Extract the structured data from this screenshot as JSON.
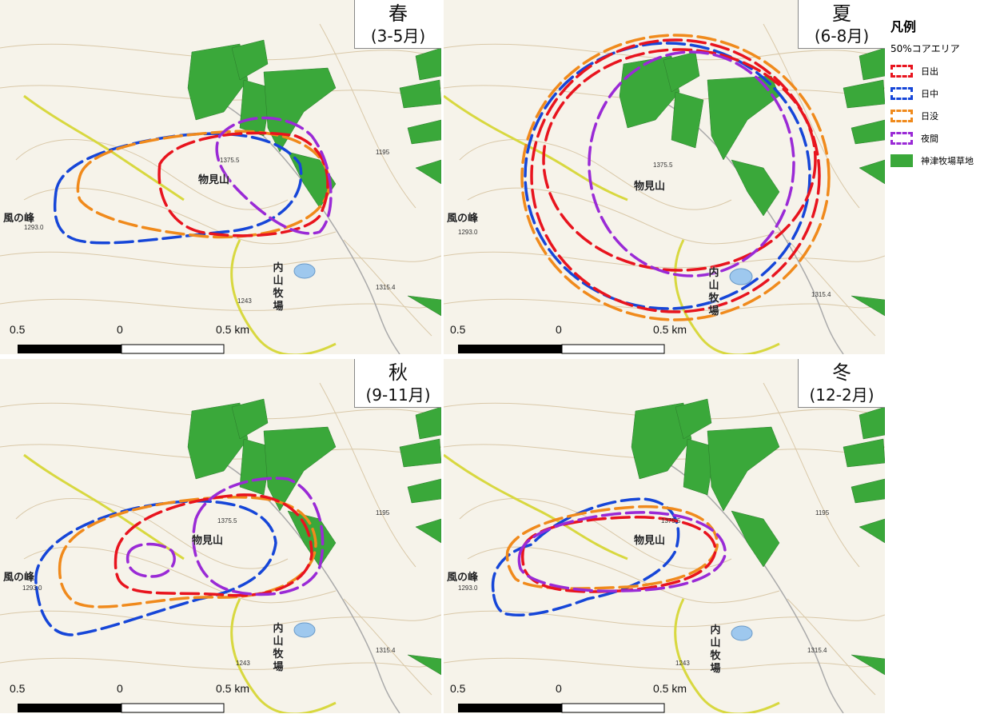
{
  "legend": {
    "title": "凡例",
    "subtitle": "50%コアエリア",
    "items": [
      {
        "label": "日出",
        "color": "#e8141e",
        "kind": "dashed"
      },
      {
        "label": "日中",
        "color": "#1646d8",
        "kind": "dashed"
      },
      {
        "label": "日没",
        "color": "#f08a1c",
        "kind": "dashed"
      },
      {
        "label": "夜間",
        "color": "#9a2ad6",
        "kind": "dashed"
      },
      {
        "label": "神津牧場草地",
        "color": "#3aa83a",
        "kind": "fill"
      }
    ]
  },
  "panels": [
    {
      "season": "春",
      "months": "(3-5月)"
    },
    {
      "season": "夏",
      "months": "(6-8月)"
    },
    {
      "season": "秋",
      "months": "(9-11月)"
    },
    {
      "season": "冬",
      "months": "(12-2月)"
    }
  ],
  "map_labels": {
    "mountain": "物見山",
    "ridge": "風の峰",
    "farm": "内山牧場",
    "elev_1": "1375.5",
    "elev_2": "1293.0",
    "elev_3": "1195",
    "elev_4": "1315.4",
    "elev_5": "1243"
  },
  "scale_bar": {
    "left": "0.5",
    "mid": "0",
    "right": "0.5 km"
  },
  "colors": {
    "sunrise": "#e8141e",
    "daytime": "#1646d8",
    "sunset": "#f08a1c",
    "night": "#9a2ad6",
    "grassland": "#3aa83a",
    "pond": "#9ec8ee",
    "road": "#d8d840",
    "map_bg": "#f6f3ea"
  }
}
